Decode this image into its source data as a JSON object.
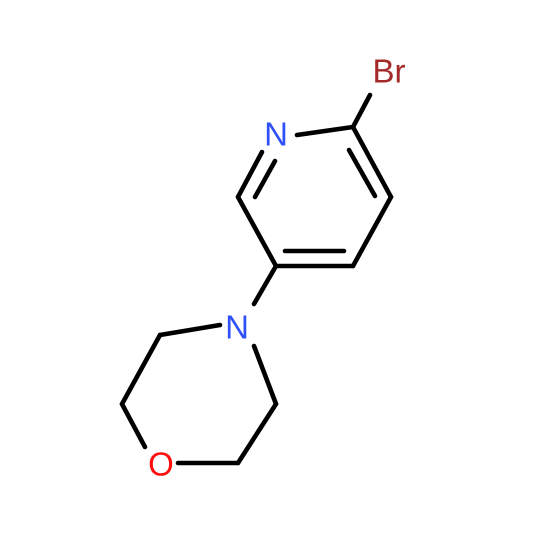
{
  "molecule": {
    "atoms": {
      "bromine": {
        "label": "Br",
        "color": "#a52a2a"
      },
      "pyridine_nitrogen": {
        "label": "N",
        "color": "#3050f8"
      },
      "morpholine_nitrogen": {
        "label": "N",
        "color": "#3050f8"
      },
      "morpholine_oxygen": {
        "label": "O",
        "color": "#ff0d0d"
      }
    },
    "bond_color": "#000000",
    "background": "#ffffff"
  }
}
